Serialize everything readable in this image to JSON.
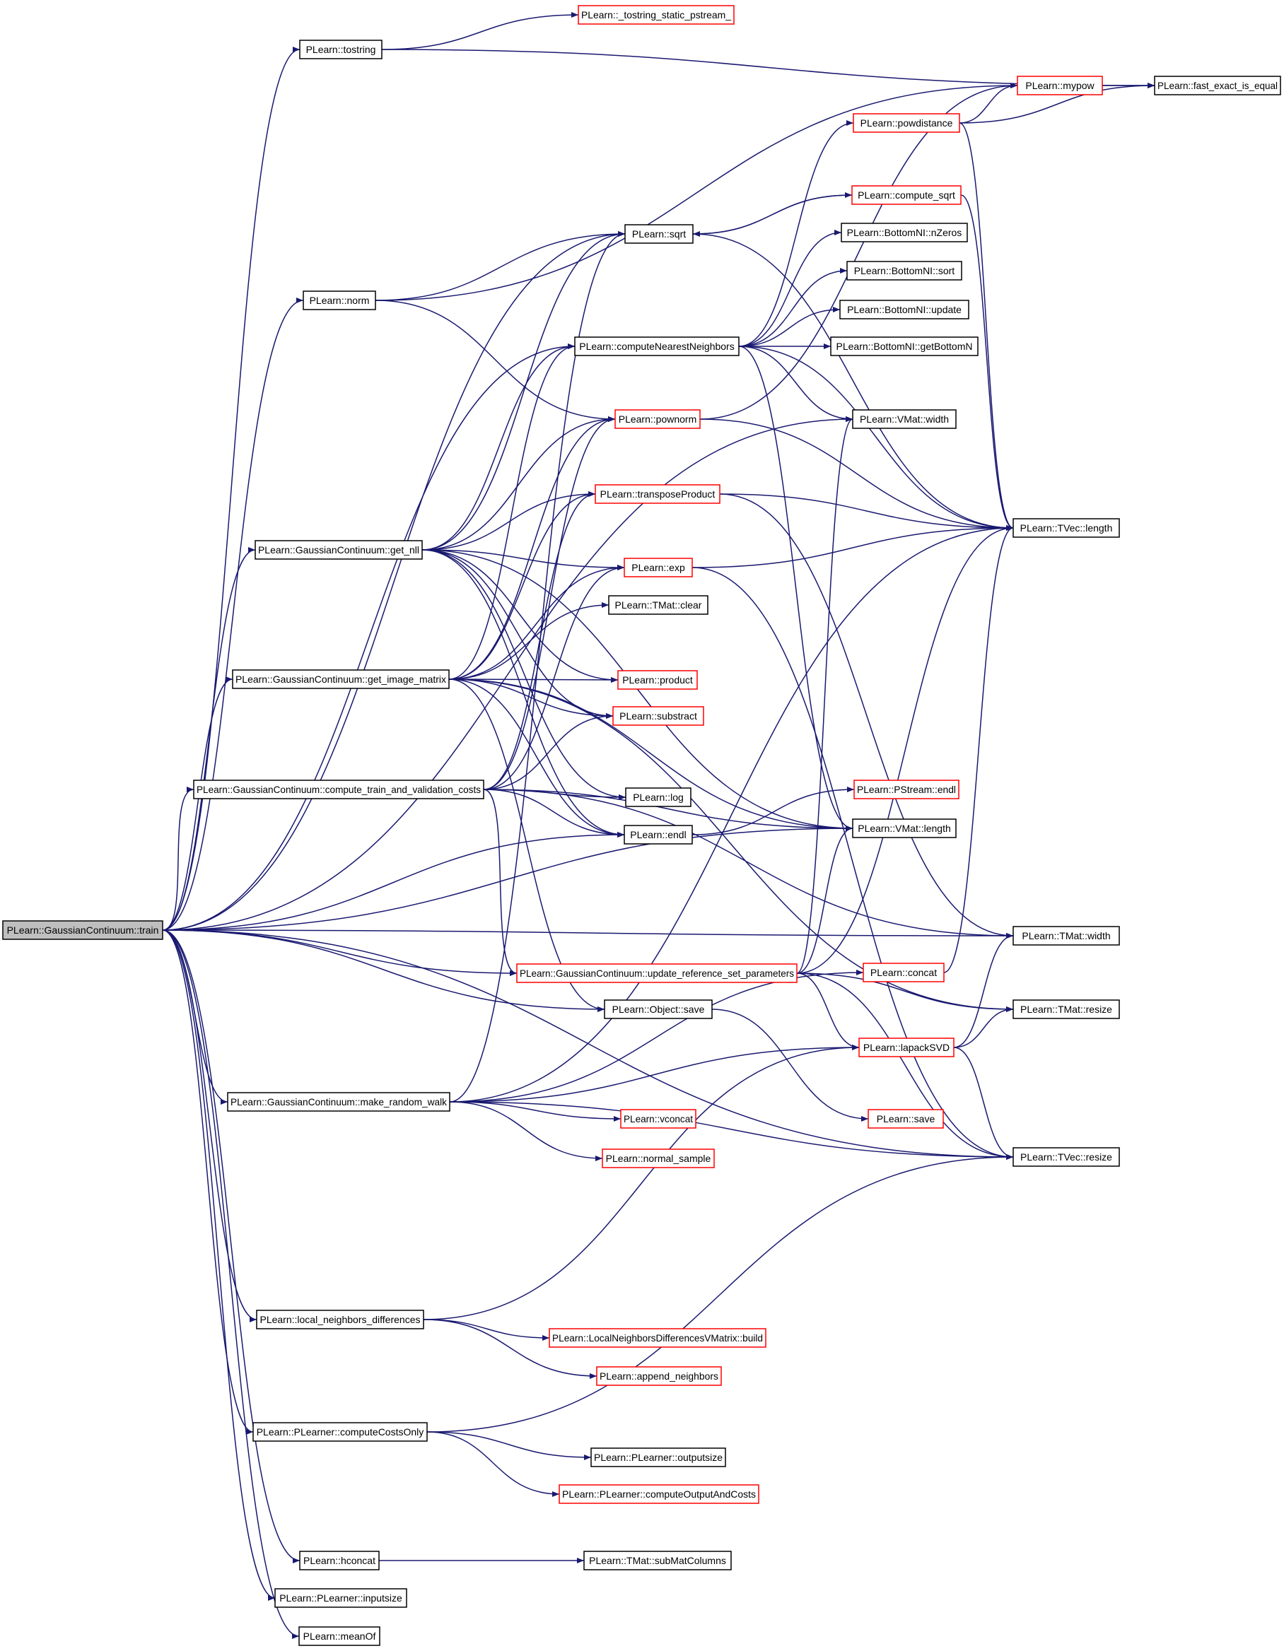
{
  "graph": {
    "root": "PLearn::GaussianContinuum::train",
    "nodes": [
      {
        "id": "train",
        "label": "PLearn::GaussianContinuum::train",
        "style": "root"
      },
      {
        "id": "tostring",
        "label": "PLearn::tostring",
        "style": "normal"
      },
      {
        "id": "tostring_static",
        "label": "PLearn::_tostring_static_pstream_",
        "style": "red"
      },
      {
        "id": "fast_exact",
        "label": "PLearn::fast_exact_is_equal",
        "style": "normal"
      },
      {
        "id": "mypow",
        "label": "PLearn::mypow",
        "style": "red"
      },
      {
        "id": "powdistance",
        "label": "PLearn::powdistance",
        "style": "red"
      },
      {
        "id": "compute_sqrt",
        "label": "PLearn::compute_sqrt",
        "style": "red"
      },
      {
        "id": "sqrt",
        "label": "PLearn::sqrt",
        "style": "normal"
      },
      {
        "id": "nZeros",
        "label": "PLearn::BottomNI::nZeros",
        "style": "normal"
      },
      {
        "id": "sort",
        "label": "PLearn::BottomNI::sort",
        "style": "normal"
      },
      {
        "id": "update",
        "label": "PLearn::BottomNI::update",
        "style": "normal"
      },
      {
        "id": "getBottomN",
        "label": "PLearn::BottomNI::getBottomN",
        "style": "normal"
      },
      {
        "id": "norm",
        "label": "PLearn::norm",
        "style": "normal"
      },
      {
        "id": "computeNN",
        "label": "PLearn::computeNearestNeighbors",
        "style": "normal"
      },
      {
        "id": "vmat_width",
        "label": "PLearn::VMat::width",
        "style": "normal"
      },
      {
        "id": "pownorm",
        "label": "PLearn::pownorm",
        "style": "red"
      },
      {
        "id": "transposeProduct",
        "label": "PLearn::transposeProduct",
        "style": "red"
      },
      {
        "id": "tvec_length",
        "label": "PLearn::TVec::length",
        "style": "normal"
      },
      {
        "id": "get_nll",
        "label": "PLearn::GaussianContinuum::get_nll",
        "style": "normal"
      },
      {
        "id": "exp",
        "label": "PLearn::exp",
        "style": "red"
      },
      {
        "id": "tmat_clear",
        "label": "PLearn::TMat::clear",
        "style": "normal"
      },
      {
        "id": "get_image_matrix",
        "label": "PLearn::GaussianContinuum::get_image_matrix",
        "style": "normal"
      },
      {
        "id": "product",
        "label": "PLearn::product",
        "style": "red"
      },
      {
        "id": "substract",
        "label": "PLearn::substract",
        "style": "red"
      },
      {
        "id": "compute_tvc",
        "label": "PLearn::GaussianContinuum::compute_train_and_validation_costs",
        "style": "normal"
      },
      {
        "id": "log",
        "label": "PLearn::log",
        "style": "normal"
      },
      {
        "id": "pstream_endl",
        "label": "PLearn::PStream::endl",
        "style": "red"
      },
      {
        "id": "endl",
        "label": "PLearn::endl",
        "style": "normal"
      },
      {
        "id": "vmat_length",
        "label": "PLearn::VMat::length",
        "style": "normal"
      },
      {
        "id": "tmat_width",
        "label": "PLearn::TMat::width",
        "style": "normal"
      },
      {
        "id": "update_ref",
        "label": "PLearn::GaussianContinuum::update_reference_set_parameters",
        "style": "red"
      },
      {
        "id": "concat",
        "label": "PLearn::concat",
        "style": "red"
      },
      {
        "id": "tmat_resize",
        "label": "PLearn::TMat::resize",
        "style": "normal"
      },
      {
        "id": "object_save",
        "label": "PLearn::Object::save",
        "style": "normal"
      },
      {
        "id": "lapackSVD",
        "label": "PLearn::lapackSVD",
        "style": "red"
      },
      {
        "id": "make_random_walk",
        "label": "PLearn::GaussianContinuum::make_random_walk",
        "style": "normal"
      },
      {
        "id": "vconcat",
        "label": "PLearn::vconcat",
        "style": "red"
      },
      {
        "id": "save",
        "label": "PLearn::save",
        "style": "red"
      },
      {
        "id": "normal_sample",
        "label": "PLearn::normal_sample",
        "style": "red"
      },
      {
        "id": "tvec_resize",
        "label": "PLearn::TVec::resize",
        "style": "normal"
      },
      {
        "id": "local_nd",
        "label": "PLearn::local_neighbors_differences",
        "style": "normal"
      },
      {
        "id": "lndvm_build",
        "label": "PLearn::LocalNeighborsDifferencesVMatrix::build",
        "style": "red"
      },
      {
        "id": "append_neighbors",
        "label": "PLearn::append_neighbors",
        "style": "red"
      },
      {
        "id": "computeCostsOnly",
        "label": "PLearn::PLearner::computeCostsOnly",
        "style": "normal"
      },
      {
        "id": "outputsize",
        "label": "PLearn::PLearner::outputsize",
        "style": "normal"
      },
      {
        "id": "computeOutputAndCosts",
        "label": "PLearn::PLearner::computeOutputAndCosts",
        "style": "red"
      },
      {
        "id": "hconcat",
        "label": "PLearn::hconcat",
        "style": "normal"
      },
      {
        "id": "subMatColumns",
        "label": "PLearn::TMat::subMatColumns",
        "style": "normal"
      },
      {
        "id": "inputsize",
        "label": "PLearn::PLearner::inputsize",
        "style": "normal"
      },
      {
        "id": "meanOf",
        "label": "PLearn::meanOf",
        "style": "normal"
      }
    ],
    "edges": [
      [
        "train",
        "tostring"
      ],
      [
        "train",
        "sqrt"
      ],
      [
        "train",
        "norm"
      ],
      [
        "train",
        "computeNN"
      ],
      [
        "train",
        "vmat_width"
      ],
      [
        "train",
        "get_nll"
      ],
      [
        "train",
        "get_image_matrix"
      ],
      [
        "train",
        "compute_tvc"
      ],
      [
        "train",
        "endl"
      ],
      [
        "train",
        "vmat_length"
      ],
      [
        "train",
        "tmat_width"
      ],
      [
        "train",
        "update_ref"
      ],
      [
        "train",
        "object_save"
      ],
      [
        "train",
        "make_random_walk"
      ],
      [
        "train",
        "tvec_resize"
      ],
      [
        "train",
        "local_nd"
      ],
      [
        "train",
        "computeCostsOnly"
      ],
      [
        "train",
        "hconcat"
      ],
      [
        "train",
        "inputsize"
      ],
      [
        "train",
        "meanOf"
      ],
      [
        "tostring",
        "tostring_static"
      ],
      [
        "tostring",
        "fast_exact"
      ],
      [
        "mypow",
        "fast_exact"
      ],
      [
        "powdistance",
        "mypow"
      ],
      [
        "powdistance",
        "fast_exact"
      ],
      [
        "powdistance",
        "tvec_length"
      ],
      [
        "compute_sqrt",
        "sqrt"
      ],
      [
        "compute_sqrt",
        "tvec_length"
      ],
      [
        "sqrt",
        "compute_sqrt"
      ],
      [
        "sqrt",
        "tvec_length"
      ],
      [
        "norm",
        "mypow"
      ],
      [
        "norm",
        "sqrt"
      ],
      [
        "norm",
        "pownorm"
      ],
      [
        "computeNN",
        "powdistance"
      ],
      [
        "computeNN",
        "nZeros"
      ],
      [
        "computeNN",
        "sort"
      ],
      [
        "computeNN",
        "update"
      ],
      [
        "computeNN",
        "getBottomN"
      ],
      [
        "computeNN",
        "vmat_width"
      ],
      [
        "computeNN",
        "tvec_length"
      ],
      [
        "computeNN",
        "vmat_length"
      ],
      [
        "pownorm",
        "mypow"
      ],
      [
        "pownorm",
        "tvec_length"
      ],
      [
        "transposeProduct",
        "tvec_length"
      ],
      [
        "transposeProduct",
        "tmat_width"
      ],
      [
        "exp",
        "tvec_length"
      ],
      [
        "exp",
        "tvec_resize"
      ],
      [
        "get_nll",
        "sqrt"
      ],
      [
        "get_nll",
        "computeNN"
      ],
      [
        "get_nll",
        "pownorm"
      ],
      [
        "get_nll",
        "transposeProduct"
      ],
      [
        "get_nll",
        "exp"
      ],
      [
        "get_nll",
        "product"
      ],
      [
        "get_nll",
        "substract"
      ],
      [
        "get_nll",
        "log"
      ],
      [
        "get_nll",
        "endl"
      ],
      [
        "get_nll",
        "vmat_length"
      ],
      [
        "get_image_matrix",
        "pownorm"
      ],
      [
        "get_image_matrix",
        "transposeProduct"
      ],
      [
        "get_image_matrix",
        "exp"
      ],
      [
        "get_image_matrix",
        "tmat_clear"
      ],
      [
        "get_image_matrix",
        "product"
      ],
      [
        "get_image_matrix",
        "substract"
      ],
      [
        "get_image_matrix",
        "endl"
      ],
      [
        "get_image_matrix",
        "vmat_length"
      ],
      [
        "get_image_matrix",
        "tmat_resize"
      ],
      [
        "get_image_matrix",
        "object_save"
      ],
      [
        "get_image_matrix",
        "computeNN"
      ],
      [
        "compute_tvc",
        "pownorm"
      ],
      [
        "compute_tvc",
        "exp"
      ],
      [
        "compute_tvc",
        "substract"
      ],
      [
        "compute_tvc",
        "log"
      ],
      [
        "compute_tvc",
        "endl"
      ],
      [
        "compute_tvc",
        "vmat_length"
      ],
      [
        "compute_tvc",
        "tmat_width"
      ],
      [
        "compute_tvc",
        "update_ref"
      ],
      [
        "compute_tvc",
        "transposeProduct"
      ],
      [
        "endl",
        "pstream_endl"
      ],
      [
        "update_ref",
        "vmat_width"
      ],
      [
        "update_ref",
        "tvec_length"
      ],
      [
        "update_ref",
        "vmat_length"
      ],
      [
        "update_ref",
        "tmat_resize"
      ],
      [
        "update_ref",
        "lapackSVD"
      ],
      [
        "update_ref",
        "tvec_resize"
      ],
      [
        "concat",
        "tvec_length"
      ],
      [
        "object_save",
        "save"
      ],
      [
        "lapackSVD",
        "tmat_width"
      ],
      [
        "lapackSVD",
        "tmat_resize"
      ],
      [
        "lapackSVD",
        "tvec_resize"
      ],
      [
        "make_random_walk",
        "tvec_length"
      ],
      [
        "make_random_walk",
        "vconcat"
      ],
      [
        "make_random_walk",
        "normal_sample"
      ],
      [
        "make_random_walk",
        "concat"
      ],
      [
        "make_random_walk",
        "lapackSVD"
      ],
      [
        "make_random_walk",
        "sqrt"
      ],
      [
        "make_random_walk",
        "tvec_resize"
      ],
      [
        "local_nd",
        "lndvm_build"
      ],
      [
        "local_nd",
        "append_neighbors"
      ],
      [
        "local_nd",
        "lapackSVD"
      ],
      [
        "computeCostsOnly",
        "outputsize"
      ],
      [
        "computeCostsOnly",
        "computeOutputAndCosts"
      ],
      [
        "computeCostsOnly",
        "tvec_resize"
      ],
      [
        "hconcat",
        "subMatColumns"
      ]
    ]
  }
}
